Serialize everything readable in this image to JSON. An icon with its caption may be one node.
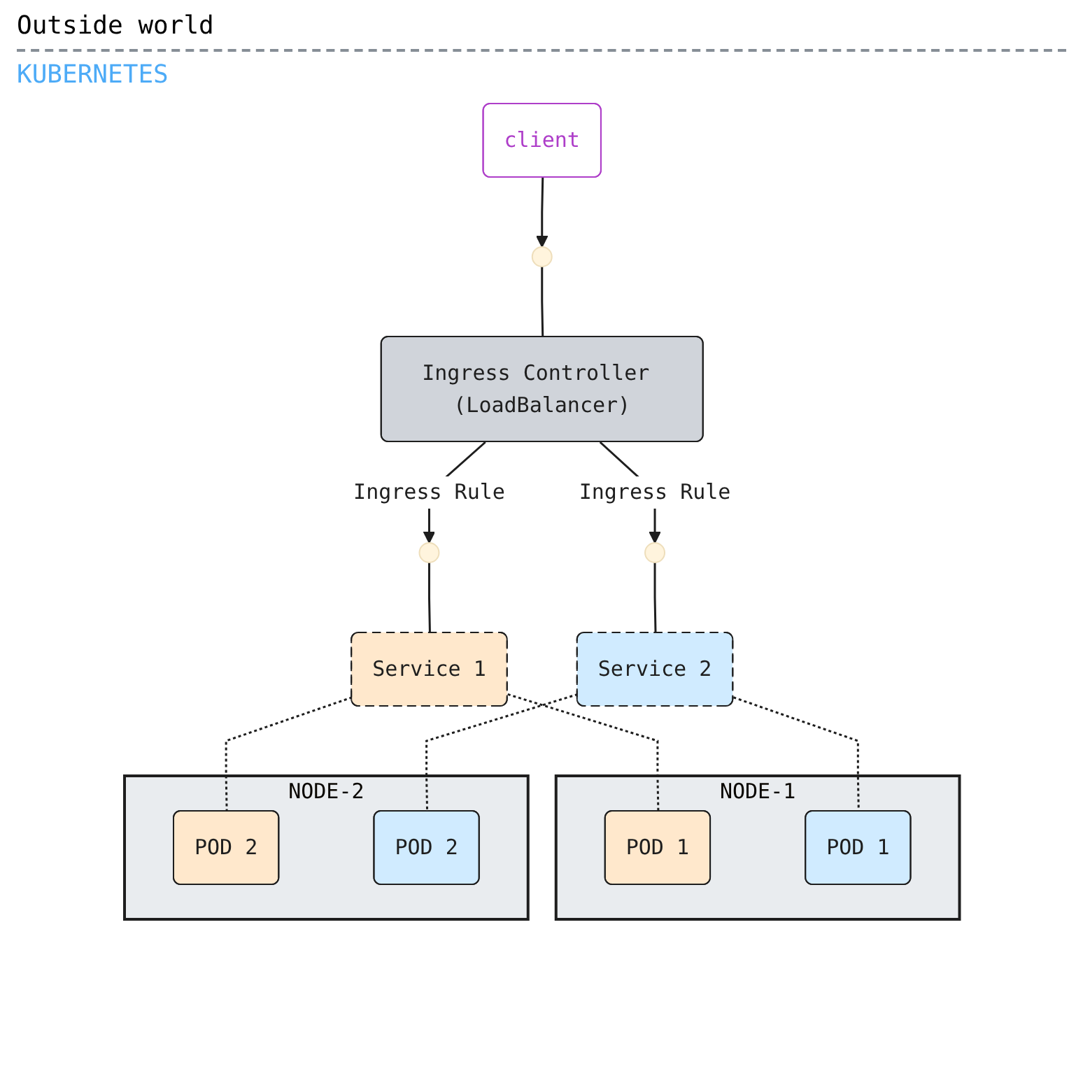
{
  "diagram": {
    "nodes": [
      {
        "text": [
          "client"
        ]
      },
      {
        "text": [],
        "shape": "circle"
      },
      {
        "text": [
          "Ingress Controller (LoadBalancer)"
        ]
      },
      {
        "text": [],
        "shape": "circle"
      },
      {
        "text": [
          "Service 1"
        ]
      },
      {
        "text": [],
        "shape": "circle"
      },
      {
        "text": [
          "Service 2"
        ]
      },
      {
        "text": [
          "NODE-1"
        ]
      },
      {
        "text": [
          "POD 1"
        ],
        "in": 7
      },
      {
        "text": [
          "POD 1"
        ],
        "in": 7
      },
      {
        "text": [
          "NODE-2"
        ]
      },
      {
        "text": [
          "POD 2"
        ],
        "in": 10
      },
      {
        "text": [
          "POD 2"
        ],
        "in": 10
      }
    ],
    "edges": [
      {
        "from": 0,
        "to": 1,
        "arrow": "to"
      },
      {
        "from": 1,
        "to": 2,
        "arrow": "none"
      },
      {
        "from": 2,
        "to": 3,
        "arrow": "to",
        "label": "Ingress Rule"
      },
      {
        "from": 2,
        "to": 5,
        "arrow": "to",
        "label": "Ingress Rule"
      },
      {
        "from": 3,
        "to": 4,
        "arrow": "none"
      },
      {
        "from": 5,
        "to": 6,
        "arrow": "none"
      },
      {
        "from": 4,
        "to": 8,
        "arrow": "none",
        "style": "dashed"
      },
      {
        "from": 4,
        "to": 11,
        "arrow": "none",
        "style": "dashed"
      },
      {
        "from": 6,
        "to": 9,
        "arrow": "none",
        "style": "dashed"
      },
      {
        "from": 6,
        "to": 12,
        "arrow": "none",
        "style": "dashed"
      }
    ],
    "labels": [
      "Outside world",
      "KUBERNETES"
    ]
  }
}
